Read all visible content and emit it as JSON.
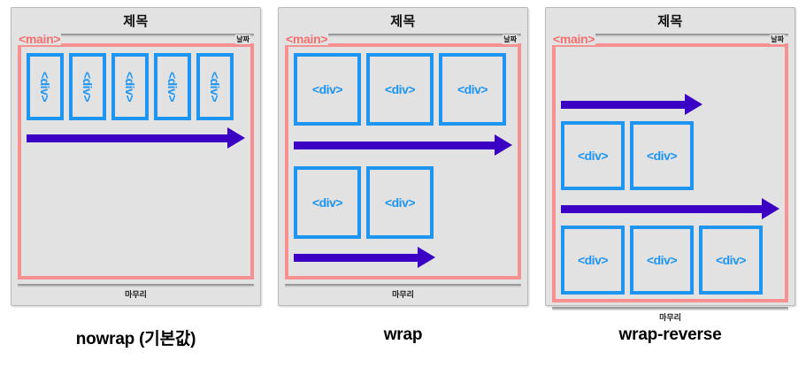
{
  "page": {
    "background": "#ffffff",
    "accents": {
      "main_border": "#f79191",
      "main_label": "#f2706e",
      "div_border": "#1e95f0",
      "arrow": "#3a00c4",
      "card_background": "#e2e2e2",
      "divider": "#9a9a9a"
    }
  },
  "panels": [
    {
      "id": "nowrap",
      "caption": "nowrap (기본값)",
      "card": {
        "title": "제목",
        "main_label": "<main>",
        "date_label": "날짜",
        "footer_label": "마무리"
      },
      "rows": [
        {
          "type": "boxes",
          "count": 5,
          "label": "<div>",
          "shape": "narrow"
        },
        {
          "type": "arrow",
          "length": "full"
        }
      ]
    },
    {
      "id": "wrap",
      "caption": "wrap",
      "card": {
        "title": "제목",
        "main_label": "<main>",
        "date_label": "날짜",
        "footer_label": "마무리"
      },
      "rows": [
        {
          "type": "boxes",
          "count": 3,
          "label": "<div>",
          "shape": "square"
        },
        {
          "type": "arrow",
          "length": "full"
        },
        {
          "type": "boxes",
          "count": 2,
          "label": "<div>",
          "shape": "square"
        },
        {
          "type": "arrow",
          "length": "short"
        }
      ]
    },
    {
      "id": "wrap-reverse",
      "caption": "wrap-reverse",
      "card": {
        "title": "제목",
        "main_label": "<main>",
        "date_label": "날짜",
        "footer_label": "마무리"
      },
      "rows": [
        {
          "type": "arrow",
          "length": "short"
        },
        {
          "type": "boxes",
          "count": 2,
          "label": "<div>",
          "shape": "square-sm"
        },
        {
          "type": "arrow",
          "length": "full"
        },
        {
          "type": "boxes",
          "count": 3,
          "label": "<div>",
          "shape": "square-sm"
        }
      ]
    }
  ]
}
